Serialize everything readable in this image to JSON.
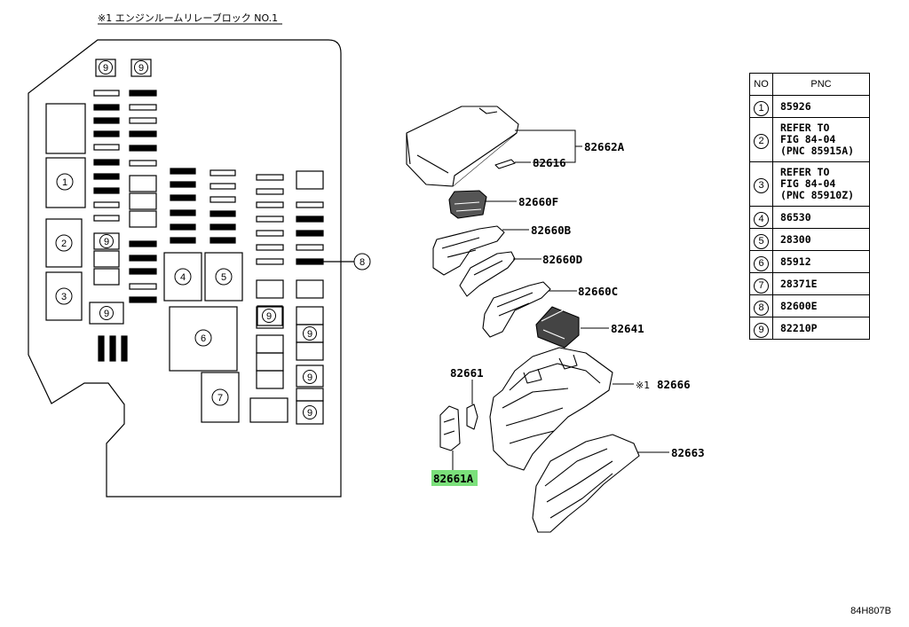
{
  "diagram_title": "※1 エンジンルームリレーブロック NO.1",
  "figure_id": "84H807B",
  "relay_block_numbers": {
    "n9": "9",
    "n1": "1",
    "n2": "2",
    "n3": "3",
    "n4": "4",
    "n5": "5",
    "n6": "6",
    "n7": "7",
    "n8": "8"
  },
  "part_labels": {
    "p82662A": "82662A",
    "p82616": "82616",
    "p82660F": "82660F",
    "p82660B": "82660B",
    "p82660D": "82660D",
    "p82660C": "82660C",
    "p82641": "82641",
    "p82661": "82661",
    "p82666_mark": "※1",
    "p82666": "82666",
    "p82663": "82663",
    "p82661A": "82661A"
  },
  "highlight_color": "#7be07b",
  "table": {
    "header_no": "NO",
    "header_pnc": "PNC",
    "rows": [
      {
        "no": "1",
        "pnc": "85926"
      },
      {
        "no": "2",
        "pnc": "REFER TO\nFIG 84-04\n(PNC 85915A)"
      },
      {
        "no": "3",
        "pnc": "REFER TO\nFIG 84-04\n(PNC 85910Z)"
      },
      {
        "no": "4",
        "pnc": "86530"
      },
      {
        "no": "5",
        "pnc": "28300"
      },
      {
        "no": "6",
        "pnc": "85912"
      },
      {
        "no": "7",
        "pnc": "28371E"
      },
      {
        "no": "8",
        "pnc": "82600E"
      },
      {
        "no": "9",
        "pnc": "82210P"
      }
    ]
  }
}
